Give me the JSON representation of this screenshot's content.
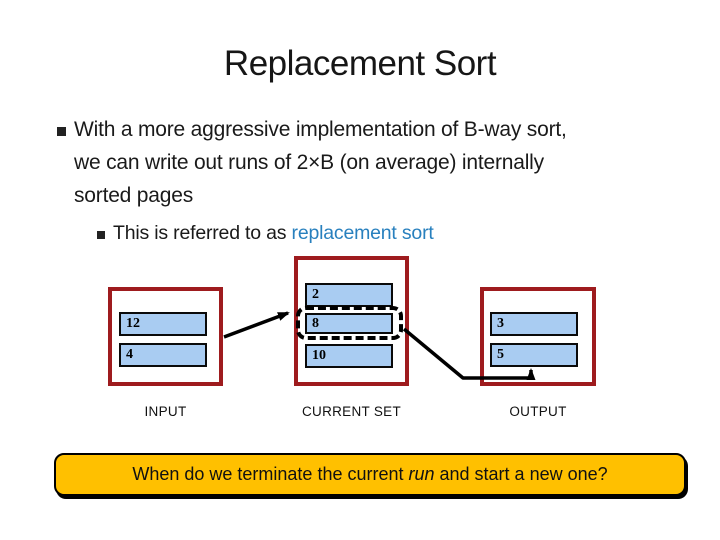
{
  "slide": {
    "title": "Replacement Sort",
    "bullet1": {
      "lines": [
        "With a more aggressive implementation of B-way sort,",
        "we can write out runs of 2×B (on average) internally",
        "sorted pages"
      ]
    },
    "bullet2": {
      "prefix": "This is referred to as ",
      "highlight": "replacement sort"
    }
  },
  "diagram": {
    "input": {
      "label": "INPUT",
      "values": [
        "12",
        "4"
      ]
    },
    "current_set": {
      "label": "CURRENT SET",
      "top_value": "2",
      "selected_value": "8",
      "bottom_value": "10"
    },
    "output": {
      "label": "OUTPUT",
      "values": [
        "3",
        "5"
      ]
    }
  },
  "banner": {
    "text_before": "When do we terminate the current ",
    "text_italic": "run",
    "text_after": " and start a new one?"
  },
  "colors": {
    "box_border": "#9E1B1E",
    "bar_fill": "#A9CCF2",
    "highlight_text": "#2880BE",
    "banner_fill": "#FFC000",
    "arrow": "#000000"
  }
}
